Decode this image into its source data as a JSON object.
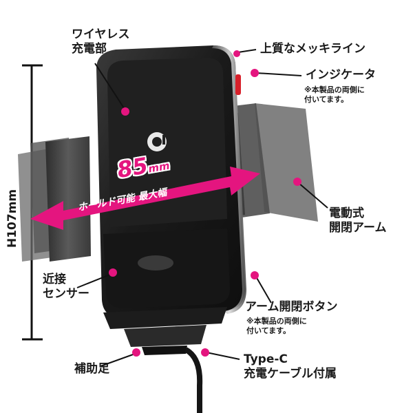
{
  "labels": {
    "wireless_charger": "ワイヤレス\n充電部",
    "plating_line": "上質なメッキライン",
    "indicator": "インジケータ",
    "indicator_note": "※本製品の両側に\n付いてます。",
    "electric_arm": "電動式\n開閉アーム",
    "proximity_sensor": "近接\nセンサー",
    "arm_button": "アーム開閉ボタン",
    "arm_button_note": "※本製品の両側に\n付いてます。",
    "support_foot": "補助足",
    "cable": "Type-C\n充電ケーブル付属"
  },
  "width_band": {
    "value": "85",
    "unit": "mm",
    "caption": "ホールド可能 最大幅"
  },
  "height_dimension": "H107mm",
  "logo_text": "qi",
  "colors": {
    "accent": "#e4157f",
    "device": "#1b1b1b",
    "arm": "#4a4a4a",
    "indicator": "#d8202a"
  }
}
